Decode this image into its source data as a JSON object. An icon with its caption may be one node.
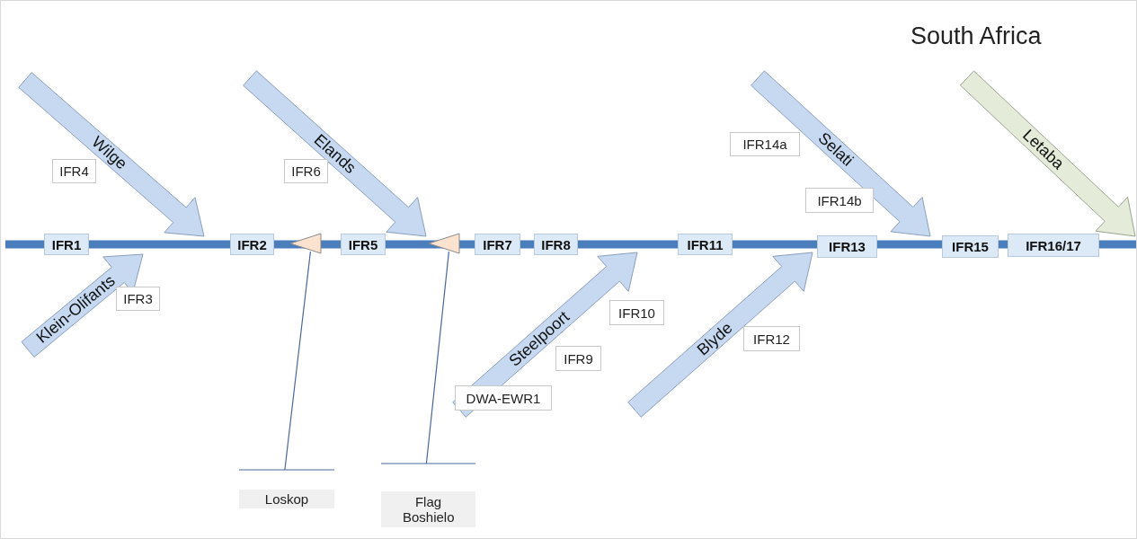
{
  "diagram": {
    "title": "South Africa",
    "nodes": [
      {
        "text": [
          "IFR1"
        ]
      },
      {
        "text": [
          "IFR2"
        ]
      },
      {
        "text": [
          "IFR5"
        ]
      },
      {
        "text": [
          "IFR7"
        ]
      },
      {
        "text": [
          "IFR8"
        ]
      },
      {
        "text": [
          "IFR11"
        ]
      },
      {
        "text": [
          "IFR13"
        ]
      },
      {
        "text": [
          "IFR15"
        ]
      },
      {
        "text": [
          "IFR16/17"
        ]
      },
      {
        "text": [
          "Wilge"
        ]
      },
      {
        "text": [
          "Klein-Olifants"
        ]
      },
      {
        "text": [
          "Elands"
        ]
      },
      {
        "text": [
          "Steelpoort"
        ]
      },
      {
        "text": [
          "Blyde"
        ]
      },
      {
        "text": [
          "Selati"
        ]
      },
      {
        "text": [
          "Letaba"
        ]
      },
      {
        "text": [
          "IFR4"
        ]
      },
      {
        "text": [
          "IFR3"
        ]
      },
      {
        "text": [
          "IFR6"
        ]
      },
      {
        "text": [
          "IFR10"
        ]
      },
      {
        "text": [
          "IFR9"
        ]
      },
      {
        "text": [
          "DWA-EWR1"
        ]
      },
      {
        "text": [
          "IFR12"
        ]
      },
      {
        "text": [
          "IFR14a"
        ]
      },
      {
        "text": [
          "IFR14b"
        ]
      },
      {
        "text": [],
        "shape": "triangle"
      },
      {
        "text": [],
        "shape": "triangle"
      },
      {
        "text": [
          "Loskop"
        ]
      },
      {
        "text": [
          "Flag Boshielo"
        ]
      }
    ],
    "edges": [
      {
        "from": 27,
        "to": 25,
        "arrow": "other"
      },
      {
        "from": 28,
        "to": 26,
        "arrow": "other"
      }
    ]
  }
}
